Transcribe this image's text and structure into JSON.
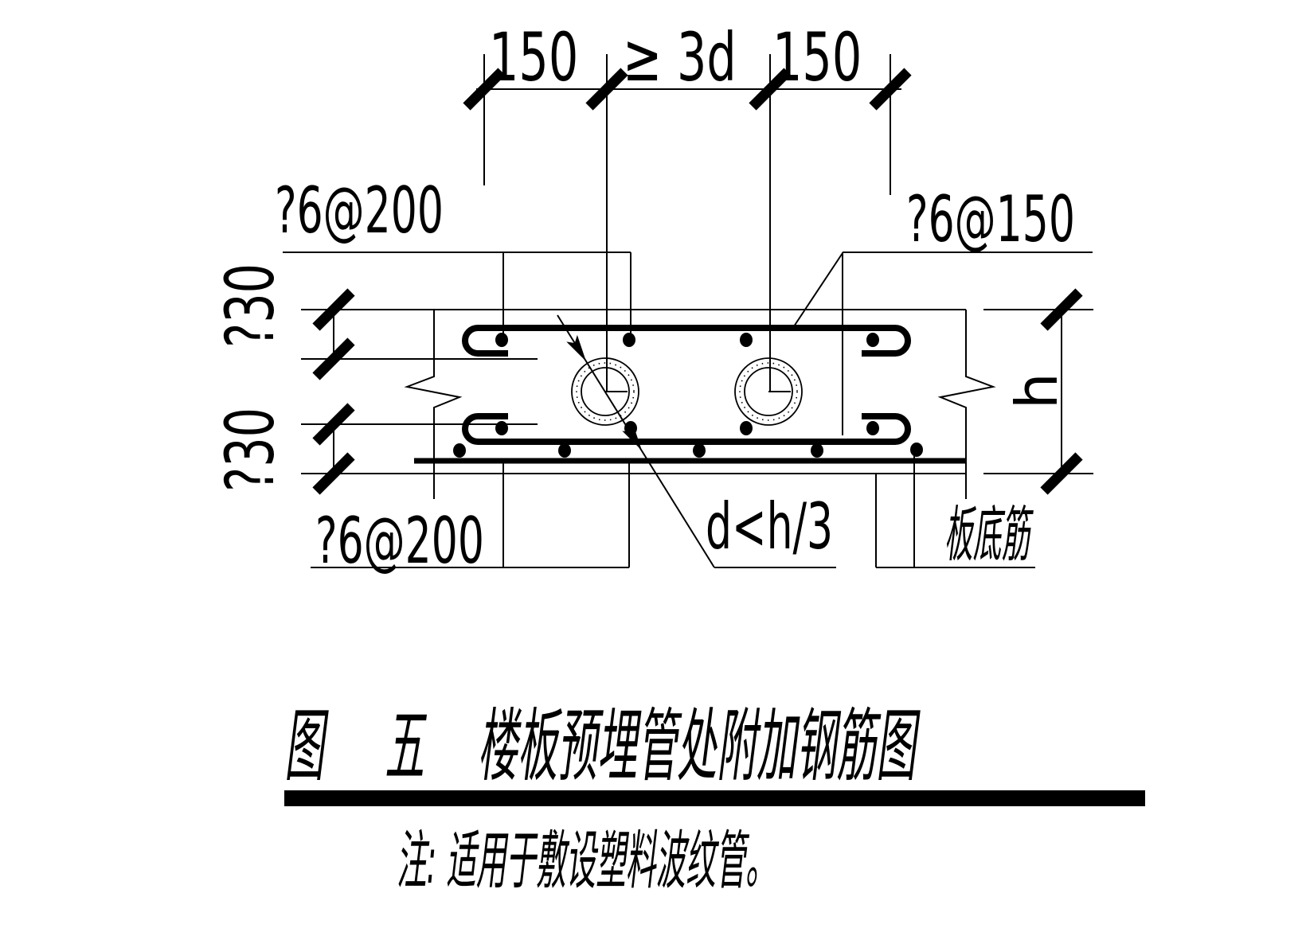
{
  "drawing": {
    "type": "structural-detail-cad-drawing",
    "dims": {
      "top_left": "150",
      "top_mid": "≥ 3d",
      "top_right": "150",
      "left_upper": "?30",
      "left_lower": "?30",
      "slab_height": "h"
    },
    "labels": {
      "top_left_rebar": "?6@200",
      "top_right_rebar": "?6@150",
      "bottom_left_rebar": "?6@200",
      "pipe_diameter_limit": "d<h/3",
      "slab_bottom_rebar": "板底筋"
    },
    "title": {
      "fig": "图",
      "num": "五",
      "text": "楼板预埋管处附加钢筋图"
    },
    "note": "注: 适用于敷设塑料波纹管。",
    "colors": {
      "line": "#000000",
      "background": "#ffffff"
    }
  }
}
